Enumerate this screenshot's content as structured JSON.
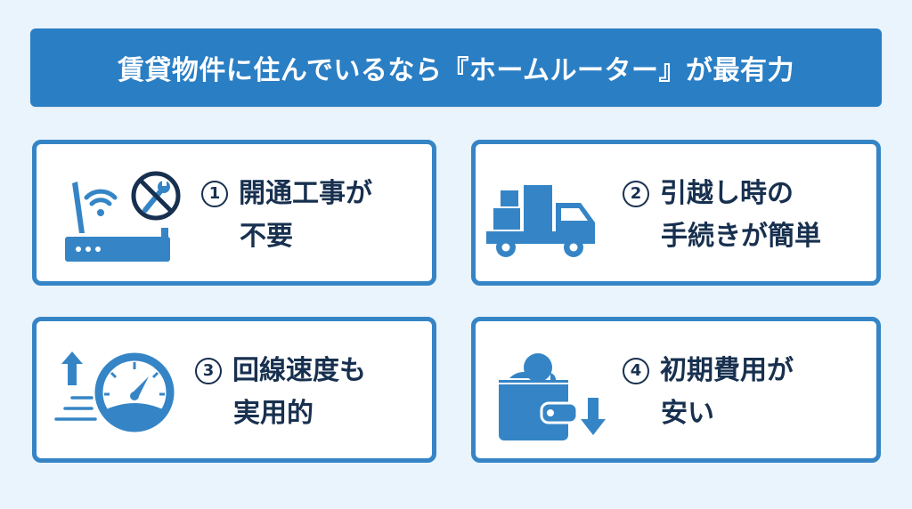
{
  "header": {
    "title": "賃貸物件に住んでいるなら『ホームルーター』が最有力"
  },
  "colors": {
    "background": "#eaf4fd",
    "banner": "#2a7ec4",
    "card_border": "#3585c6",
    "icon": "#3585c6",
    "text_dark": "#18304f"
  },
  "cards": [
    {
      "number": "1",
      "line1": "開通工事が",
      "line2": "不要",
      "icon": "router-no-construction-icon"
    },
    {
      "number": "2",
      "line1": "引越し時の",
      "line2": "手続きが簡単",
      "icon": "moving-truck-icon"
    },
    {
      "number": "3",
      "line1": "回線速度も",
      "line2": "実用的",
      "icon": "speedometer-icon"
    },
    {
      "number": "4",
      "line1": "初期費用が",
      "line2": "安い",
      "icon": "wallet-down-icon"
    }
  ]
}
